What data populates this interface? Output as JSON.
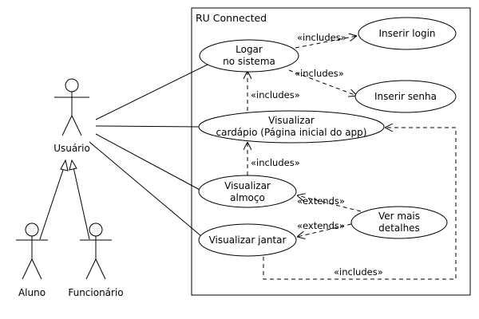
{
  "system": {
    "title": "RU Connected"
  },
  "actors": {
    "usuario": "Usuário",
    "aluno": "Aluno",
    "funcionario": "Funcionário"
  },
  "use_cases": {
    "logar": [
      "Logar",
      "no sistema"
    ],
    "inserir_login": "Inserir login",
    "inserir_senha": "Inserir senha",
    "visualizar_cardapio": [
      "Visualizar",
      "cardápio (Página inicial do app)"
    ],
    "visualizar_almoco": [
      "Visualizar",
      "almoço"
    ],
    "visualizar_jantar": "Visualizar jantar",
    "ver_mais_detalhes": [
      "Ver mais",
      "detalhes"
    ]
  },
  "relations": {
    "includes_login": "«includes»",
    "includes_senha": "«includes»",
    "includes_logar": "«includes»",
    "includes_cardapio": "«includes»",
    "extends_almoco": "«extends»",
    "extends_jantar": "«extends»",
    "includes_jantar_cardapio": "«includes»"
  }
}
